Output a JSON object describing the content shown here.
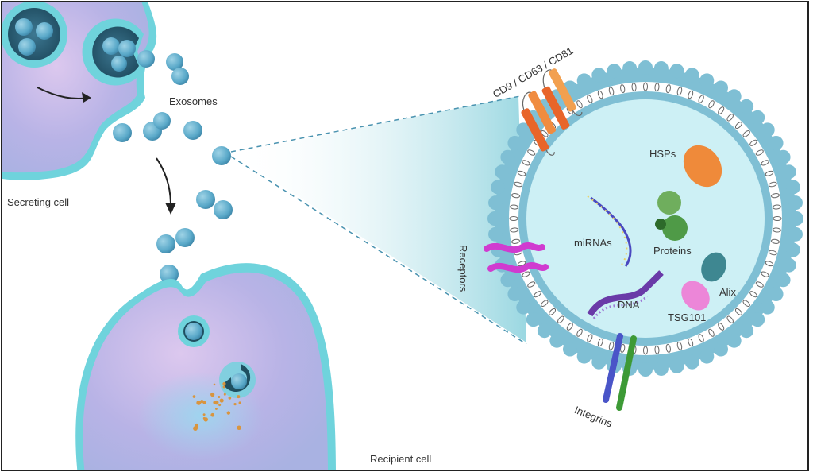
{
  "diagram": {
    "labels": {
      "secreting_cell": "Secreting cell",
      "exosomes": "Exosomes",
      "recipient_cell": "Recipient cell",
      "tetraspanins": "CD9 / CD63 / CD81",
      "hsps": "HSPs",
      "mirnas": "miRNAs",
      "proteins": "Proteins",
      "receptors": "Receptors",
      "dna": "DNA",
      "alix": "Alix",
      "tsg101": "TSG101",
      "integrins": "Integrins"
    },
    "colors": {
      "cell_body": "#b9b3e6",
      "membrane": "#6fd3dc",
      "exosome": "#5aa9c9",
      "lumen": "#cdf0f5",
      "bilayer": "#7fbfd4",
      "tetraspanin": "#ee7a34",
      "hsp": "#ef8a3a",
      "protein": "#4f9a47",
      "alix": "#3e8791",
      "tsg101": "#ec86d8",
      "dna": "#6a3aa8",
      "receptor": "#d03bd0",
      "integrin_a": "#4a55c8",
      "integrin_b": "#3d9a36"
    }
  }
}
